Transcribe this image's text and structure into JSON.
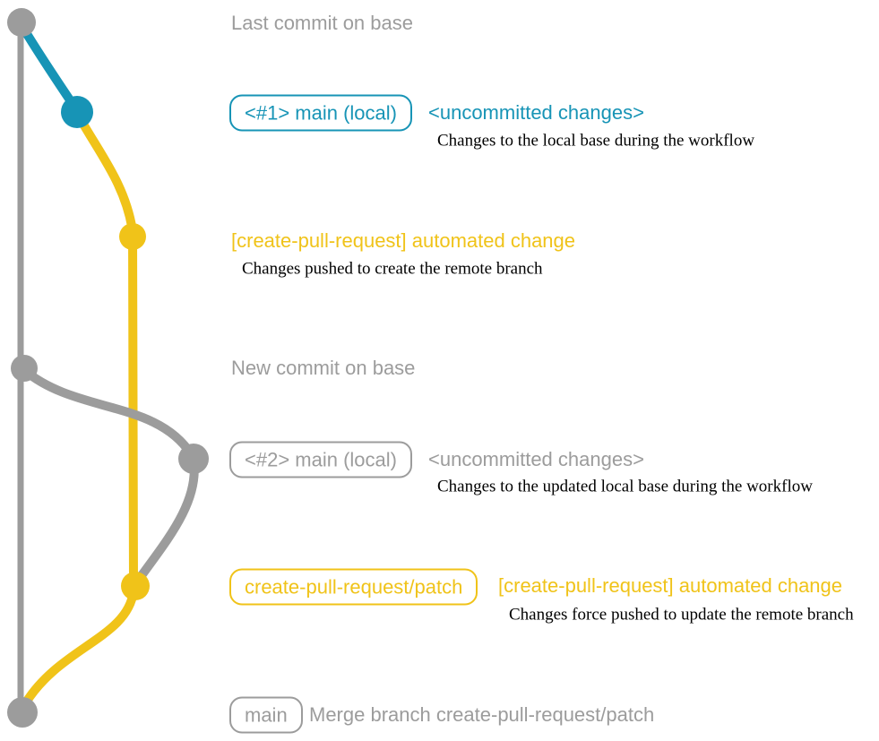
{
  "colors": {
    "gray": "#9c9c9c",
    "blue": "#1794b6",
    "yellow": "#f0c319",
    "note": "#000000",
    "background": "#ffffff"
  },
  "graph": {
    "type": "git-branch-diagram",
    "commit_node_count": 7,
    "branches": [
      {
        "name": "base",
        "color_key": "gray"
      },
      {
        "name": "main-local-1",
        "color_key": "blue"
      },
      {
        "name": "create-pull-request-patch",
        "color_key": "yellow"
      },
      {
        "name": "main-local-2",
        "color_key": "gray"
      }
    ]
  },
  "rows": {
    "last_commit": {
      "text": "Last commit on base"
    },
    "branch1": {
      "tag": "<#1> main (local)",
      "status": "<uncommitted changes>",
      "note": "Changes to the local base during the workflow"
    },
    "cpr1": {
      "message": "[create-pull-request] automated change",
      "note": "Changes pushed to create the remote branch"
    },
    "new_commit": {
      "text": "New commit on base"
    },
    "branch2": {
      "tag": "<#2> main (local)",
      "status": "<uncommitted changes>",
      "note": "Changes to the updated local base during the workflow"
    },
    "patch": {
      "tag": "create-pull-request/patch",
      "message": "[create-pull-request] automated change",
      "note": "Changes force pushed to update the remote branch"
    },
    "merge": {
      "tag": "main",
      "message": "Merge branch create-pull-request/patch"
    }
  }
}
